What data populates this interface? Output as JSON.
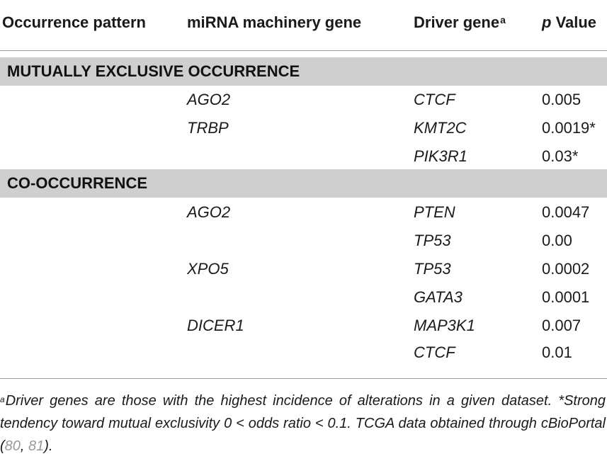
{
  "header": {
    "col1": "Occurrence pattern",
    "col2": "miRNA machinery gene",
    "col3": "Driver gene",
    "col3_sup": "a",
    "col4_p": "p",
    "col4_rest": " Value"
  },
  "sections": [
    {
      "title": "MUTUALLY EXCLUSIVE OCCURRENCE",
      "rows": [
        {
          "mirna": "AGO2",
          "driver": "CTCF",
          "p": "0.005"
        },
        {
          "mirna": "TRBP",
          "driver": "KMT2C",
          "p": "0.0019*"
        },
        {
          "mirna": "",
          "driver": "PIK3R1",
          "p": "0.03*"
        }
      ]
    },
    {
      "title": "CO-OCCURRENCE",
      "rows": [
        {
          "mirna": "AGO2",
          "driver": "PTEN",
          "p": "0.0047"
        },
        {
          "mirna": "",
          "driver": "TP53",
          "p": "0.00"
        },
        {
          "mirna": "XPO5",
          "driver": "TP53",
          "p": "0.0002"
        },
        {
          "mirna": "",
          "driver": "GATA3",
          "p": "0.0001"
        },
        {
          "mirna": "DICER1",
          "driver": "MAP3K1",
          "p": "0.007"
        },
        {
          "mirna": "",
          "driver": "CTCF",
          "p": "0.01"
        }
      ]
    }
  ],
  "footnote": {
    "marker": "a",
    "text_before": "Driver genes are those with the highest incidence of alterations in a given dataset. *Strong tendency toward mutual exclusivity 0 < odds ratio < 0.1. TCGA data obtained through cBioPortal (",
    "ref1": "80",
    "sep": ", ",
    "ref2": "81",
    "text_after": ")."
  }
}
